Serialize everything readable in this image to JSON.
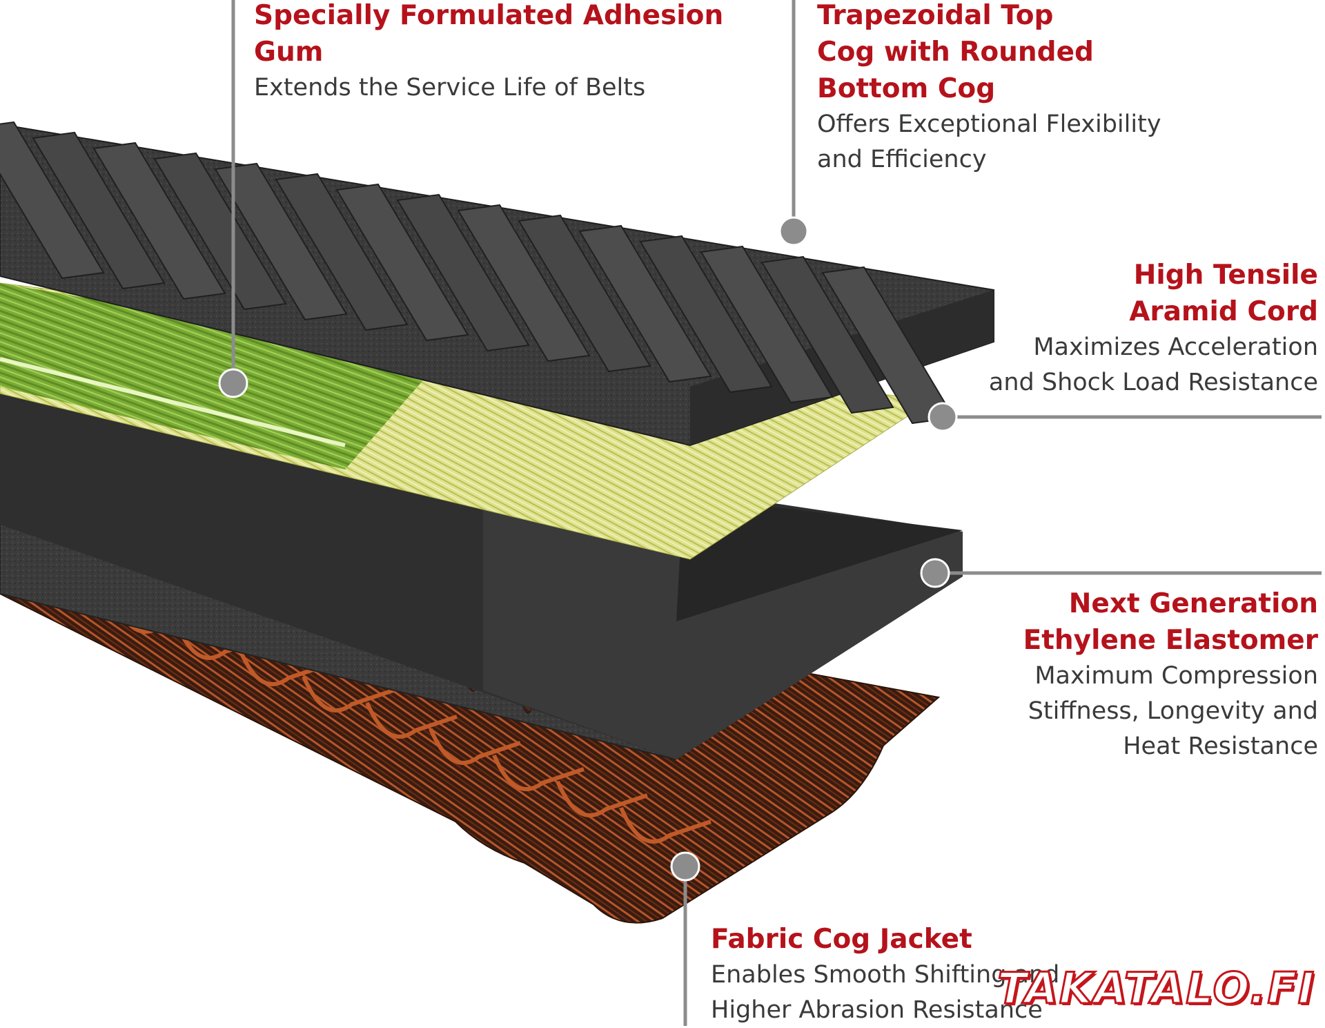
{
  "callouts": [
    {
      "id": "adhesion-gum",
      "title": [
        "Specially Formulated Adhesion",
        "Gum"
      ],
      "desc": [
        "Extends the Service Life of Belts"
      ]
    },
    {
      "id": "cog",
      "title": [
        "Trapezoidal Top",
        "Cog with Rounded",
        "Bottom Cog"
      ],
      "desc": [
        "Offers Exceptional Flexibility",
        "and Efficiency"
      ]
    },
    {
      "id": "aramid",
      "title": [
        "High Tensile",
        "Aramid Cord"
      ],
      "desc": [
        "Maximizes Acceleration",
        "and Shock Load Resistance"
      ]
    },
    {
      "id": "elastomer",
      "title": [
        "Next Generation",
        "Ethylene Elastomer"
      ],
      "desc": [
        "Maximum Compression",
        "Stiffness, Longevity and",
        "Heat Resistance"
      ]
    },
    {
      "id": "jacket",
      "title": [
        "Fabric Cog Jacket"
      ],
      "desc": [
        "Enables Smooth Shifting and",
        "Higher Abrasion Resistance"
      ]
    }
  ],
  "watermark": "TAKATALO.FI",
  "colors": {
    "title": "#b5121b",
    "desc": "#3a3a3a",
    "leader": "#8c8c8c",
    "rubber": "#3c3c3c",
    "aramid": "#d9df86",
    "gum": "#7fb236",
    "fabric": "#8a3e1a"
  }
}
